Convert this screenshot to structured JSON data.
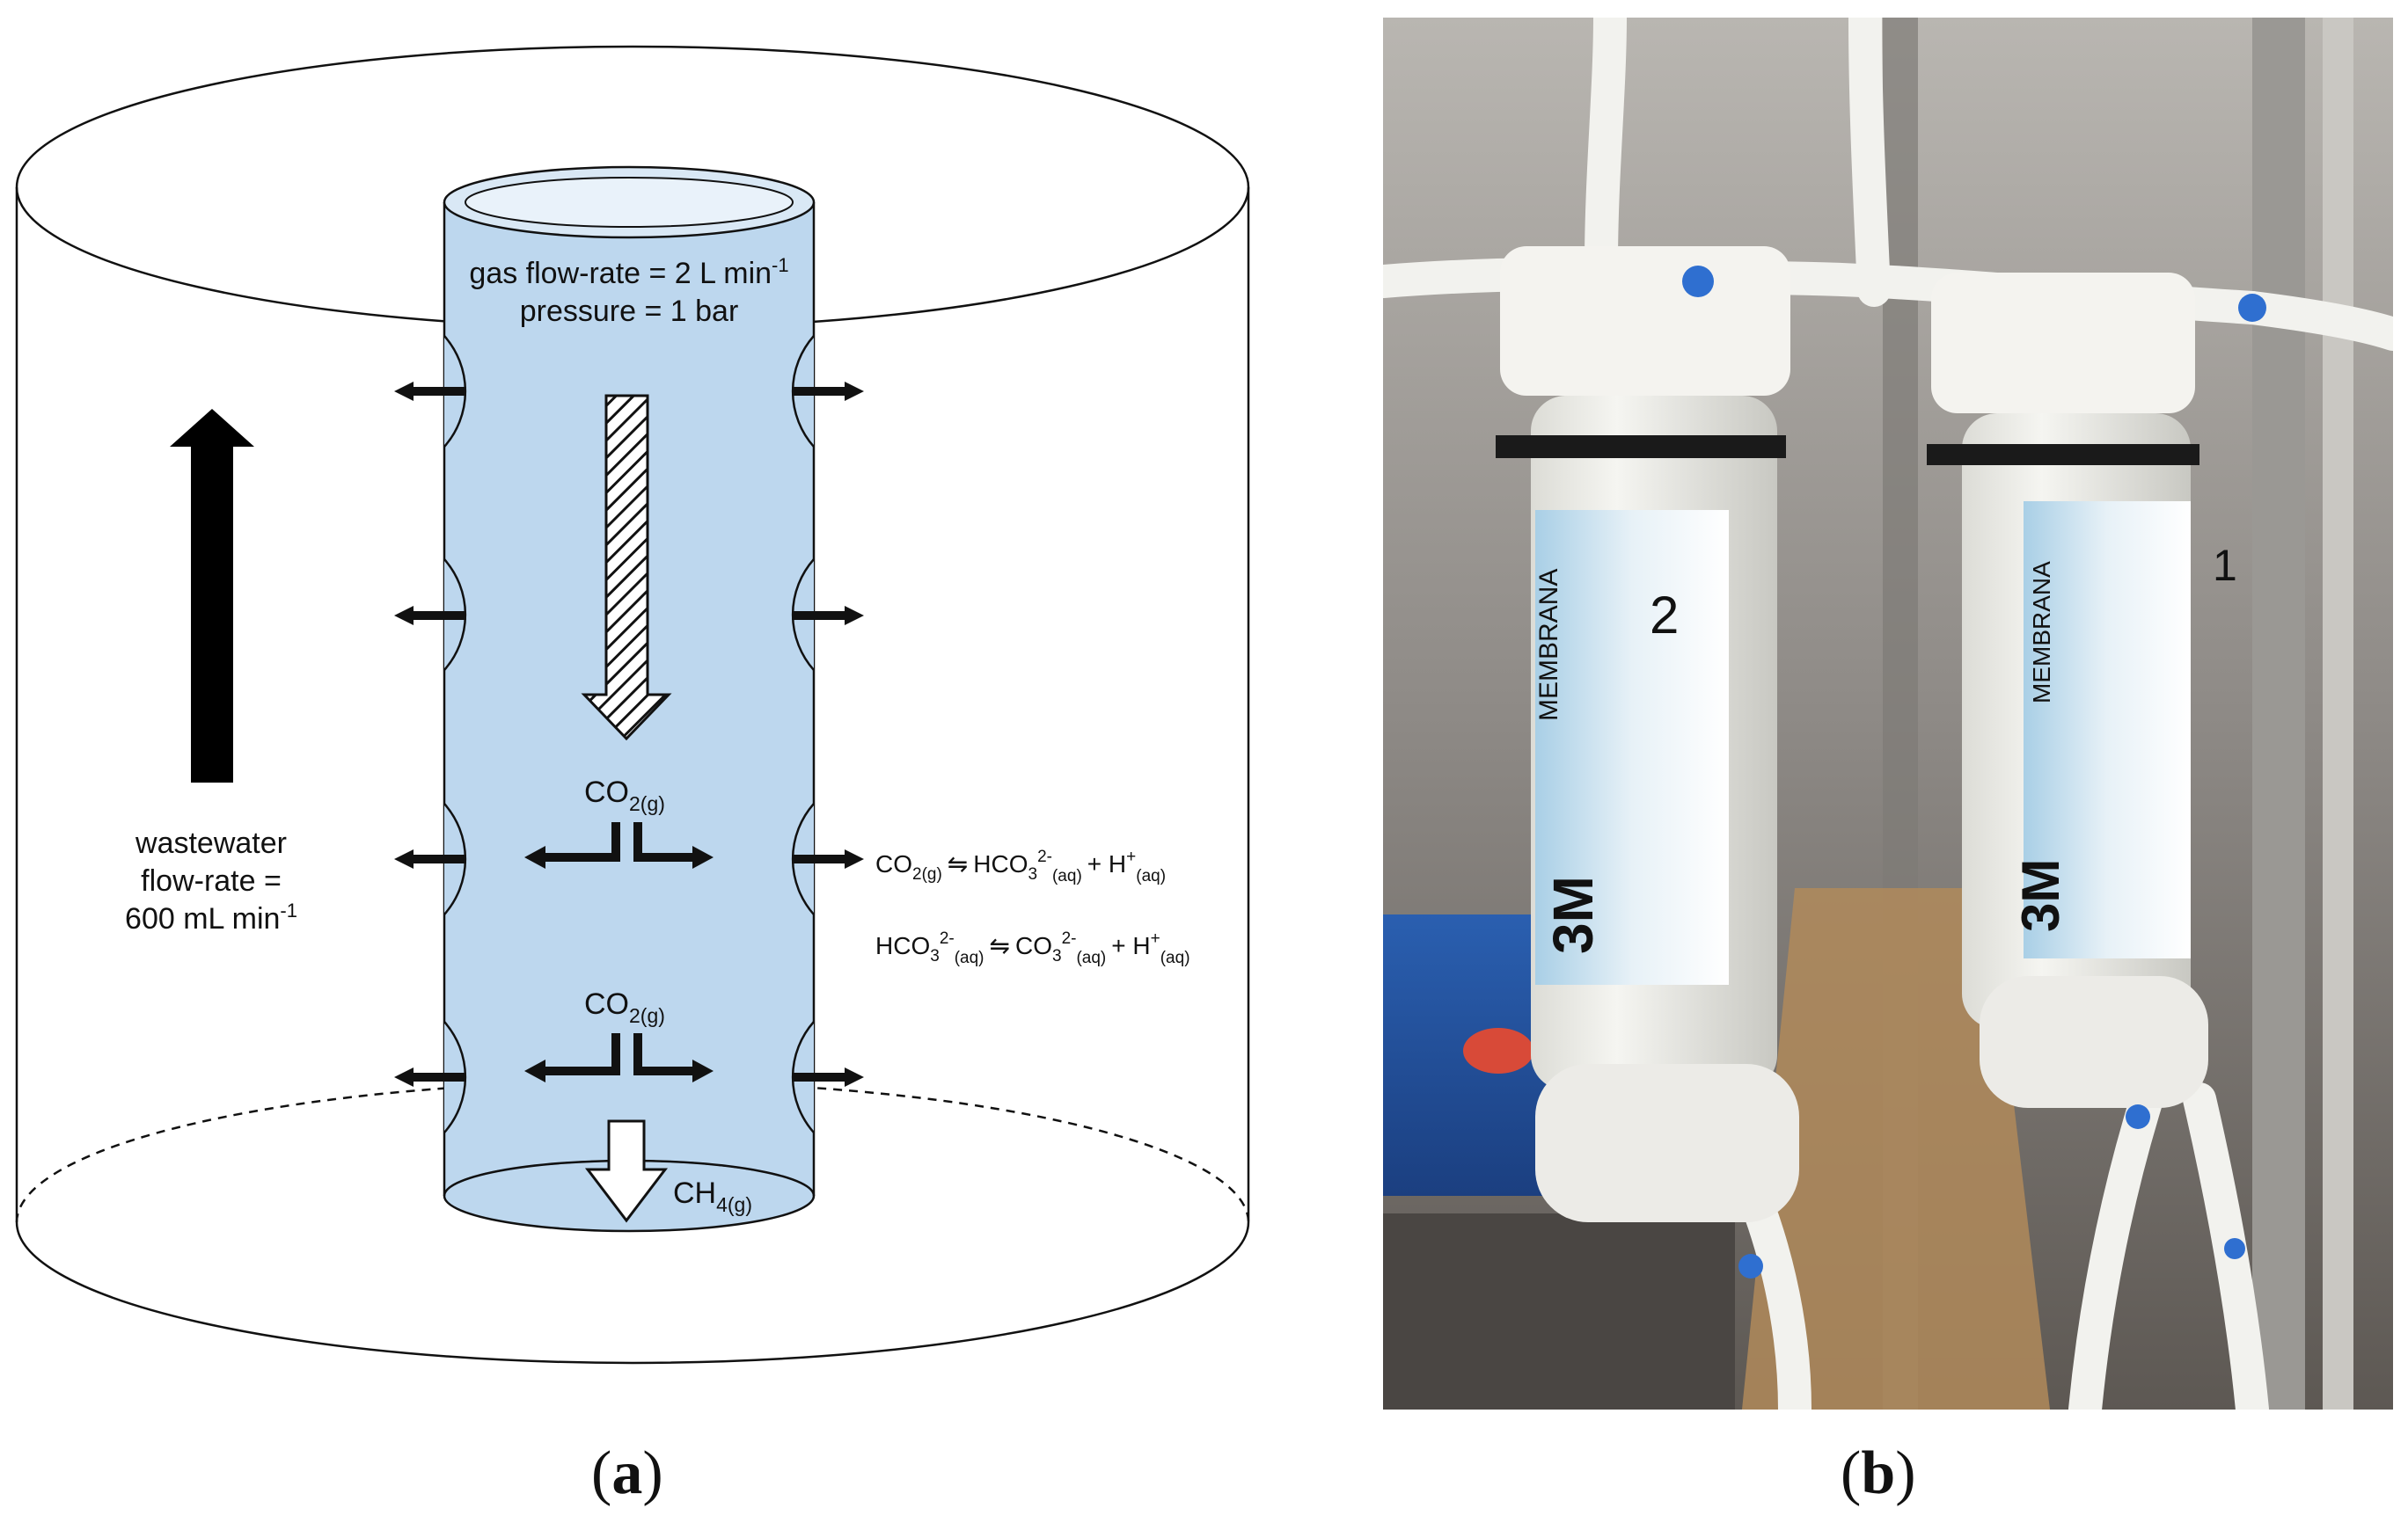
{
  "panel_a": {
    "label_open": "(",
    "label_letter": "a",
    "label_close": ")",
    "gas_flow": {
      "text": "gas flow-rate = 2 L min",
      "sup": "-1"
    },
    "pressure": "pressure = 1 bar",
    "wastewater": {
      "line1": "wastewater",
      "line2": "flow-rate =",
      "line3_base": "600 mL min",
      "line3_sup": "-1"
    },
    "co2_upper": {
      "base": "CO",
      "sub": "2(g)"
    },
    "co2_lower": {
      "base": "CO",
      "sub": "2(g)"
    },
    "ch4": {
      "base": "CH",
      "sub": "4(g)"
    },
    "equation1": {
      "co2": "CO",
      "co2_sub": "2(g)",
      "arrow": "⇋",
      "hco3": "HCO",
      "hco3_sub": "3",
      "hco3_sup": "2-",
      "hco3_phase": "(aq)",
      "plus": "+ H",
      "h_sup": "+",
      "h_phase": "(aq)"
    },
    "equation2": {
      "hco3": "HCO",
      "hco3_sub": "3",
      "hco3_sup": "2-",
      "hco3_phase": "(aq)",
      "arrow": "⇋",
      "co3": "CO",
      "co3_sub": "3",
      "co3_sup": "2-",
      "co3_phase": "(aq)",
      "plus": "+ H",
      "h_sup": "+",
      "h_phase": "(aq)"
    },
    "colors": {
      "tube_fill": "#bdd7ee",
      "stroke": "#111111"
    }
  },
  "panel_b": {
    "label_open": "(",
    "label_letter": "b",
    "label_close": ")",
    "photo_text": {
      "brand": "MEMBRANA",
      "maker": "3M",
      "cartridge_left": "2",
      "cartridge_right": "1"
    }
  }
}
